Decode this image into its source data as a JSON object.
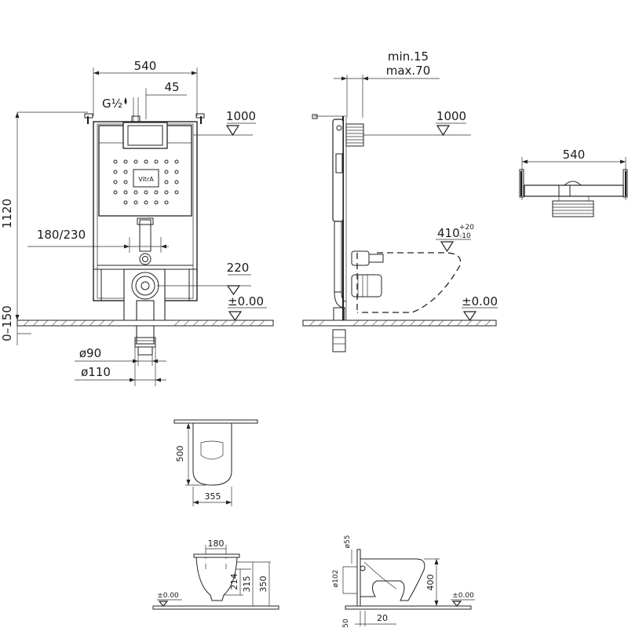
{
  "front_view": {
    "width_dim": "540",
    "offset_dim": "45",
    "inlet": "G½",
    "height_dim": "1120",
    "tank_brand": "VitrA",
    "flush_heights": "180/230",
    "outlet_dim": "220",
    "adjust_range": "0–150",
    "floor_level": "±0.00",
    "pipe_small": "ø90",
    "pipe_large": "ø110",
    "ref_height": "1000"
  },
  "side_view": {
    "wall_min": "min.15",
    "wall_max": "max.70",
    "ref_height": "1000",
    "bowl_height": "410",
    "bowl_tol_plus": "+20",
    "bowl_tol_minus": "-10",
    "floor_level": "±0.00"
  },
  "top_view": {
    "width_dim": "540"
  },
  "bowl_plan": {
    "length": "500",
    "width": "355"
  },
  "bowl_front": {
    "top_width": "180",
    "dim_a": "214",
    "dim_b": "315",
    "dim_c": "350",
    "floor_level": "±0.00"
  },
  "bowl_side": {
    "dia_top": "ø55",
    "dia_outlet": "ø102",
    "height": "400",
    "depth": "20",
    "bottom": "50",
    "floor_level": "±0.00"
  }
}
